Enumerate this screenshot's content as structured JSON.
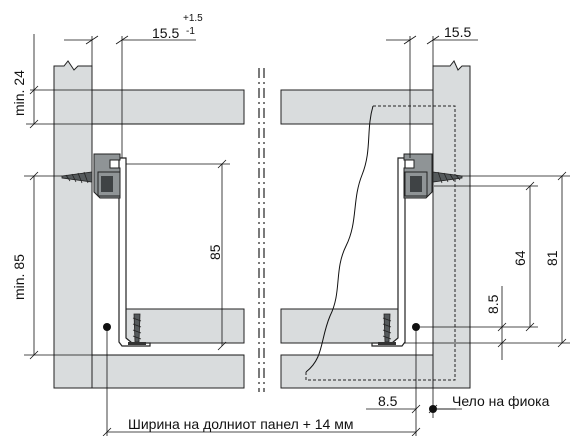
{
  "colors": {
    "panel": "#d9dcdd",
    "line": "#111111",
    "clip": "#8f9496",
    "background": "#ffffff"
  },
  "icons": {
    "screw": "screw-icon",
    "runner_clip": "runner-clip-icon"
  },
  "dimensions": {
    "top_left_value": "15.5",
    "top_left_tol_plus": "+1.5",
    "top_left_tol_minus": "-1",
    "top_right_value": "15.5",
    "min_24": "min. 24",
    "min_85": "min. 85",
    "d85": "85",
    "d64": "64",
    "d81": "81",
    "d8_5_vertical": "8.5",
    "d8_5_bottom": "8.5"
  },
  "labels": {
    "bottom_width": "Ширина на долниот панел + 14 мм",
    "drawer_front": "Чело на фиока"
  }
}
